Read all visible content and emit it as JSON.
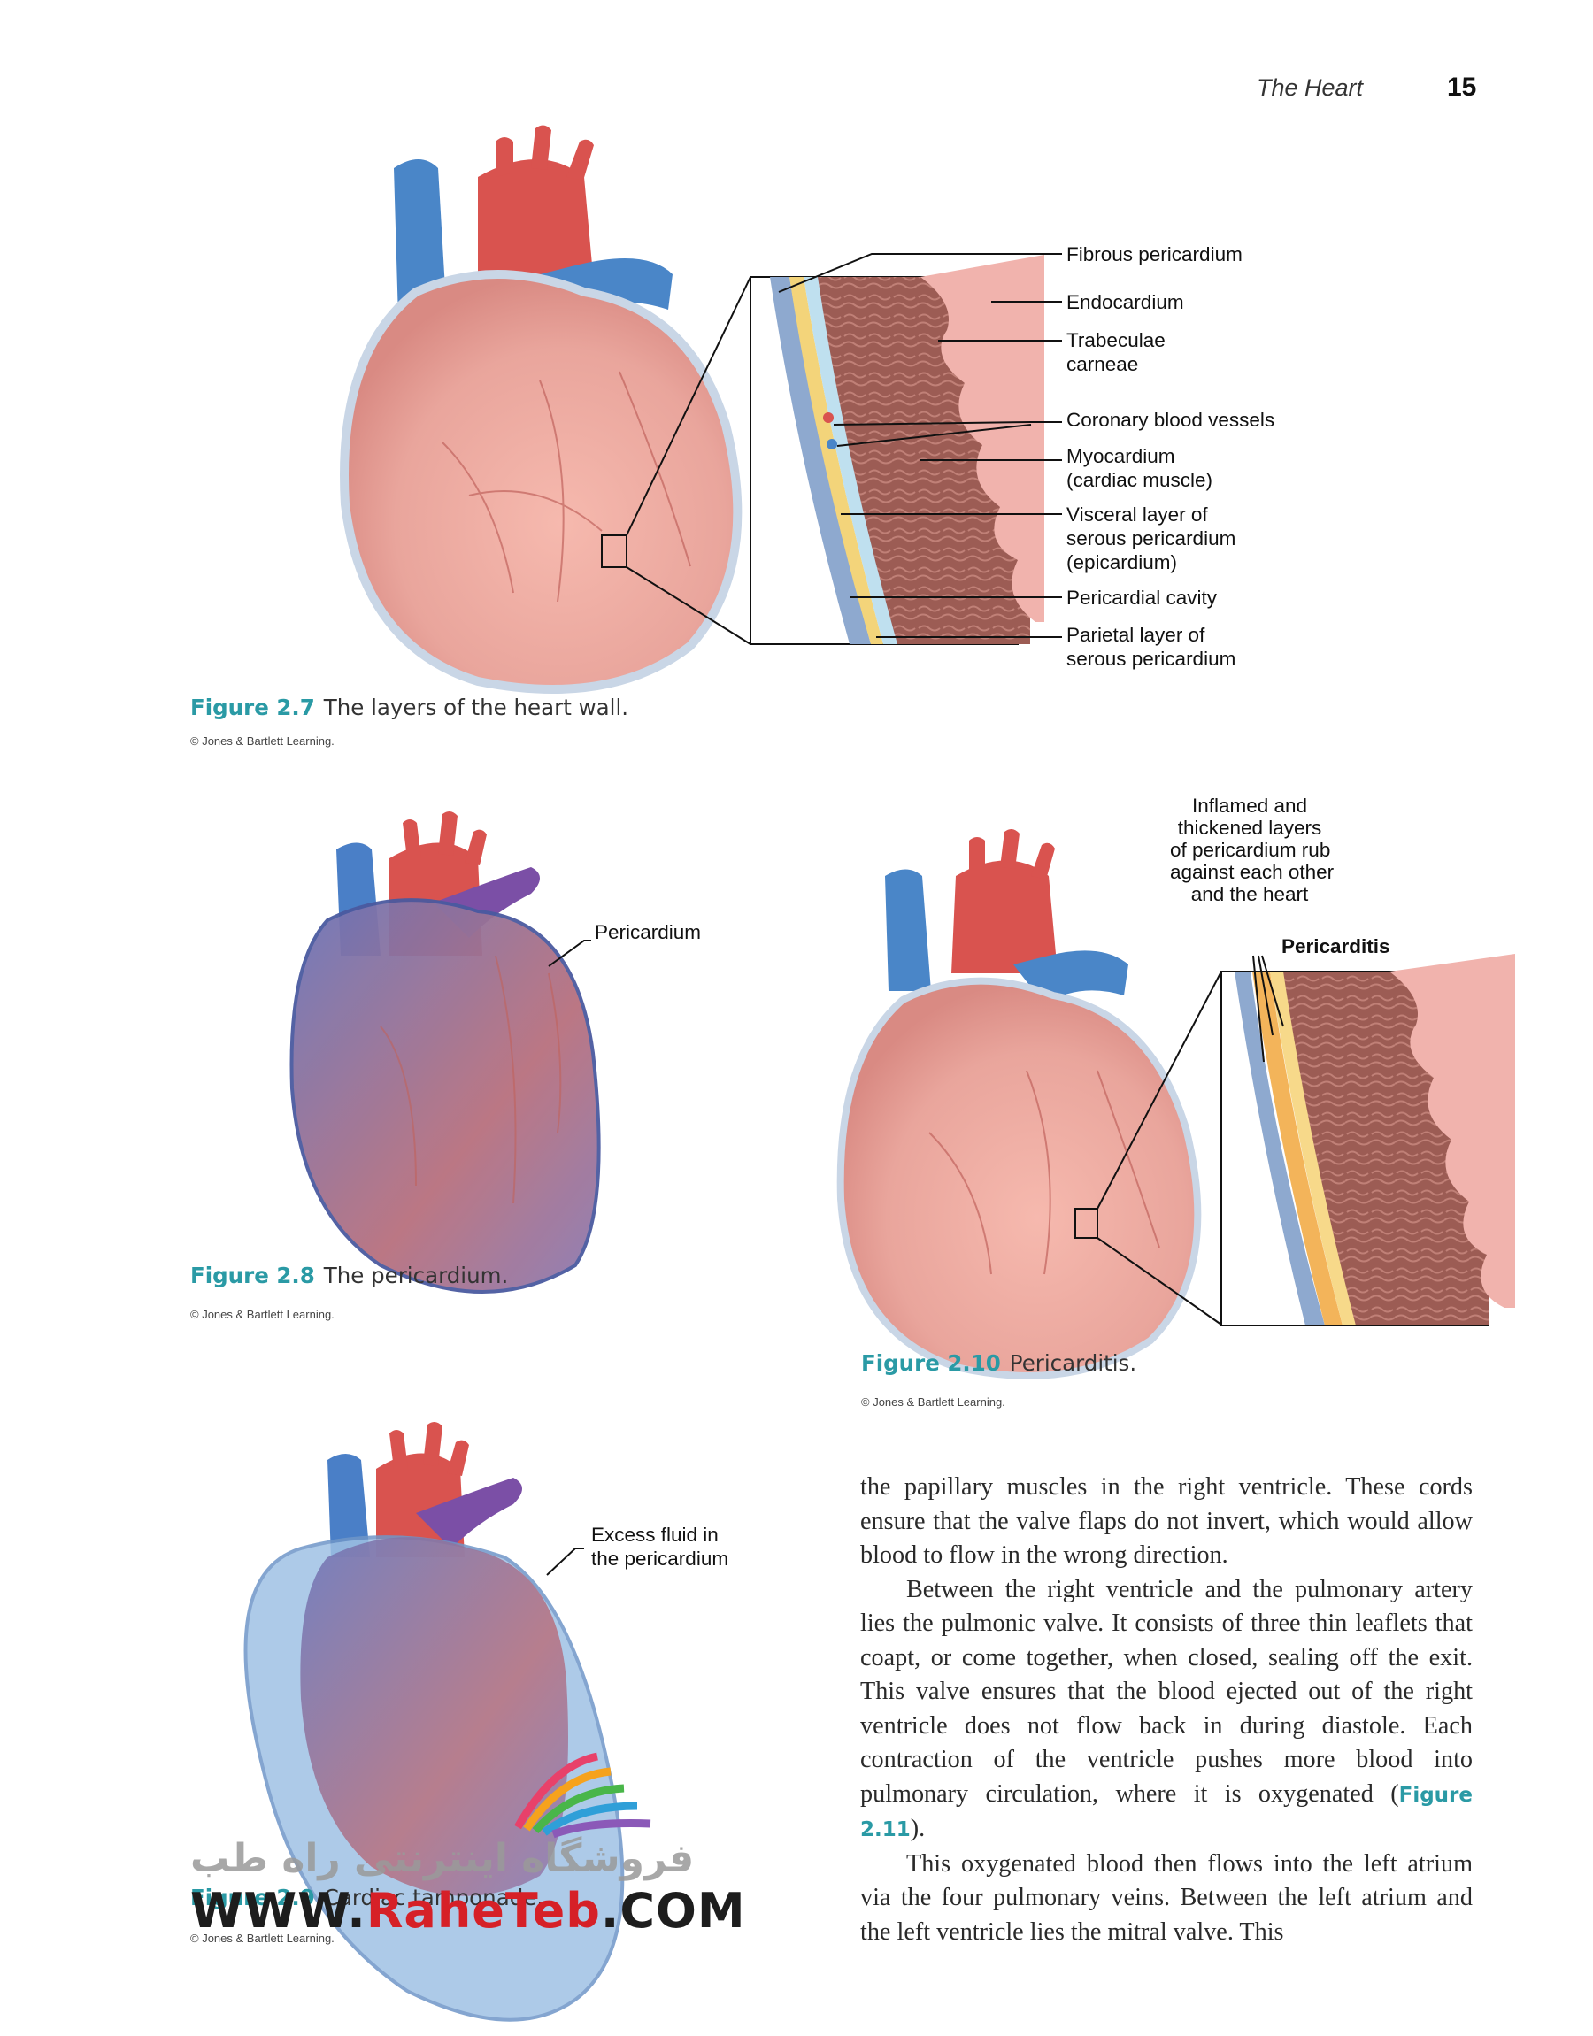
{
  "header": {
    "running_title": "The Heart",
    "page_number": "15"
  },
  "figure_2_7": {
    "labels": {
      "fibrous": "Fibrous pericardium",
      "endocardium": "Endocardium",
      "trabeculae_1": "Trabeculae",
      "trabeculae_2": "carneae",
      "coronary": "Coronary blood vessels",
      "myocardium_1": "Myocardium",
      "myocardium_2": "(cardiac muscle)",
      "visceral_1": "Visceral layer of",
      "visceral_2": "serous pericardium",
      "visceral_3": "(epicardium)",
      "cavity": "Pericardial cavity",
      "parietal_1": "Parietal layer of",
      "parietal_2": "serous pericardium"
    },
    "caption_number": "Figure 2.7",
    "caption_text": "The layers of the heart wall.",
    "credit": "© Jones & Bartlett Learning."
  },
  "figure_2_8": {
    "label": "Pericardium",
    "caption_number": "Figure 2.8",
    "caption_text": "The pericardium.",
    "credit": "© Jones & Bartlett Learning."
  },
  "figure_2_10": {
    "note_lines": [
      "Inflamed and",
      "thickened layers",
      "of pericardium rub",
      "against each other",
      "and the heart"
    ],
    "title": "Pericarditis",
    "caption_number": "Figure 2.10",
    "caption_text": "Pericarditis.",
    "credit": "© Jones & Bartlett Learning."
  },
  "figure_2_9": {
    "label_1": "Excess fluid in",
    "label_2": "the pericardium",
    "caption_number": "Figure 2.9",
    "caption_text": "Cardiac tamponade.",
    "credit": "© Jones & Bartlett Learning."
  },
  "body": {
    "p1": "the papillary muscles in the right ventricle. These cords ensure that the valve flaps do not invert, which would allow blood to flow in the wrong direction.",
    "p2_before": "Between the right ventricle and the pulmonary artery lies the pulmonic valve. It consists of three thin leaflets that coapt, or come together, when closed, sealing off the exit. This valve ensures that the blood ejected out of the right ventricle does not flow back in during diastole. Each contraction of the ventricle pushes more blood into pulmonary circulation, where it is oxygenated (",
    "p2_ref": "Figure 2.11",
    "p2_after": ").",
    "p3": "This oxygenated blood then flows into the left atrium via the four pulmonary veins. Between the left atrium and the left ventricle lies the mitral valve. This"
  },
  "watermark": {
    "persian": "فروشگاه اینترنتی راه طب",
    "url_prefix": "WWW.",
    "url_brand": "RaheTeb",
    "url_suffix": ".COM"
  },
  "colors": {
    "caption_accent": "#2a9aa5",
    "aorta": "#d9534f",
    "vena_cava": "#4a86c8",
    "pulmonary": "#7b4fa6",
    "heart_tissue": "#e8a7a0",
    "myocardium": "#9a5a52",
    "pericardium_fluid": "#9fc1e4"
  }
}
